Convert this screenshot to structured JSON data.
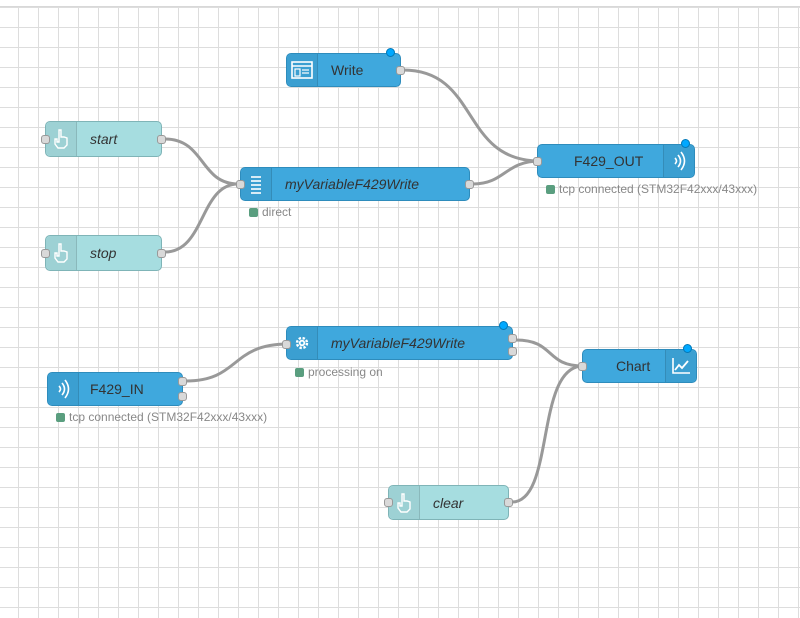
{
  "nodes": {
    "write_inject": {
      "label": "Write",
      "icon": "template-icon"
    },
    "start_inject": {
      "label": "start",
      "icon": "hand-pointer-icon"
    },
    "stop_inject": {
      "label": "stop",
      "icon": "hand-pointer-icon"
    },
    "write_func": {
      "label": "myVariableF429Write",
      "icon": "list-icon",
      "status": "direct"
    },
    "f429_out": {
      "label": "F429_OUT",
      "icon": "signal-icon",
      "status": "tcp connected (STM32F42xxx/43xxx)"
    },
    "f429_in": {
      "label": "F429_IN",
      "icon": "signal-icon",
      "status": "tcp connected (STM32F42xxx/43xxx)"
    },
    "read_func": {
      "label": "myVariableF429Write",
      "icon": "gear-icon",
      "status": "processing on"
    },
    "chart": {
      "label": "Chart",
      "icon": "chart-line-icon"
    },
    "clear_inject": {
      "label": "clear",
      "icon": "hand-pointer-icon"
    }
  },
  "colors": {
    "blue_node": "#3fa8dd",
    "teal_node": "#a6dde0",
    "wire": "#999999",
    "status_ok": "#5a9e7f",
    "changed_indicator": "#00a8ff"
  }
}
